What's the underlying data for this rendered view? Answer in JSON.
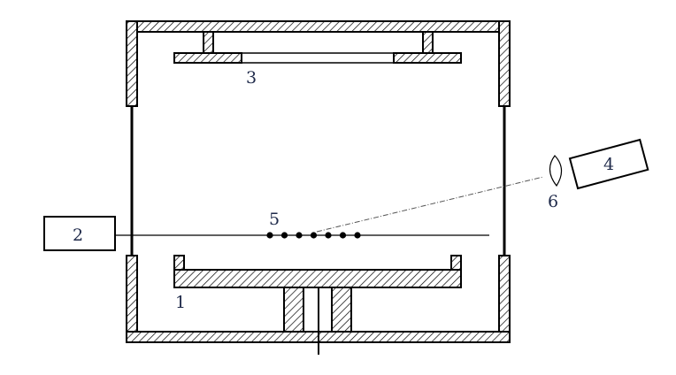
{
  "labels": {
    "substrate_holder": "1",
    "source_box": "2",
    "top_plate": "3",
    "detector_box": "4",
    "particles": "5",
    "lens": "6"
  },
  "particles": {
    "count": 7
  }
}
